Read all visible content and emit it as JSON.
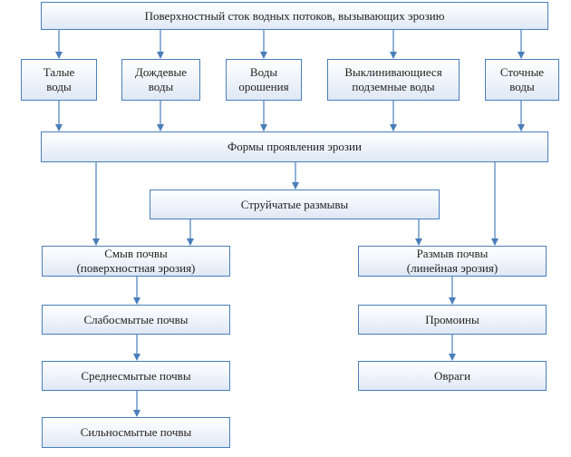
{
  "diagram": {
    "top": "Поверхностный сток водных потоков, вызывающих эрозию",
    "sources": [
      "Талые\nводы",
      "Дождевые\nводы",
      "Воды\nорошения",
      "Выклинивающиеся\nподземные воды",
      "Сточные\nводы"
    ],
    "forms": "Формы проявления эрозии",
    "rill": "Струйчатые размывы",
    "sheet": "Смыв почвы\n(поверхностная эрозия)",
    "linear": "Размыв почвы\n(линейная эрозия)",
    "sheet_levels": [
      "Слабосмытые почвы",
      "Среднесмытые почвы",
      "Сильносмытые почвы"
    ],
    "linear_levels": [
      "Промоины",
      "Овраги"
    ]
  },
  "colors": {
    "border": "#4a7ebb",
    "arrow": "#4a7ebb",
    "fill_top": "#ffffff",
    "fill_bottom": "#dfe8f5"
  }
}
